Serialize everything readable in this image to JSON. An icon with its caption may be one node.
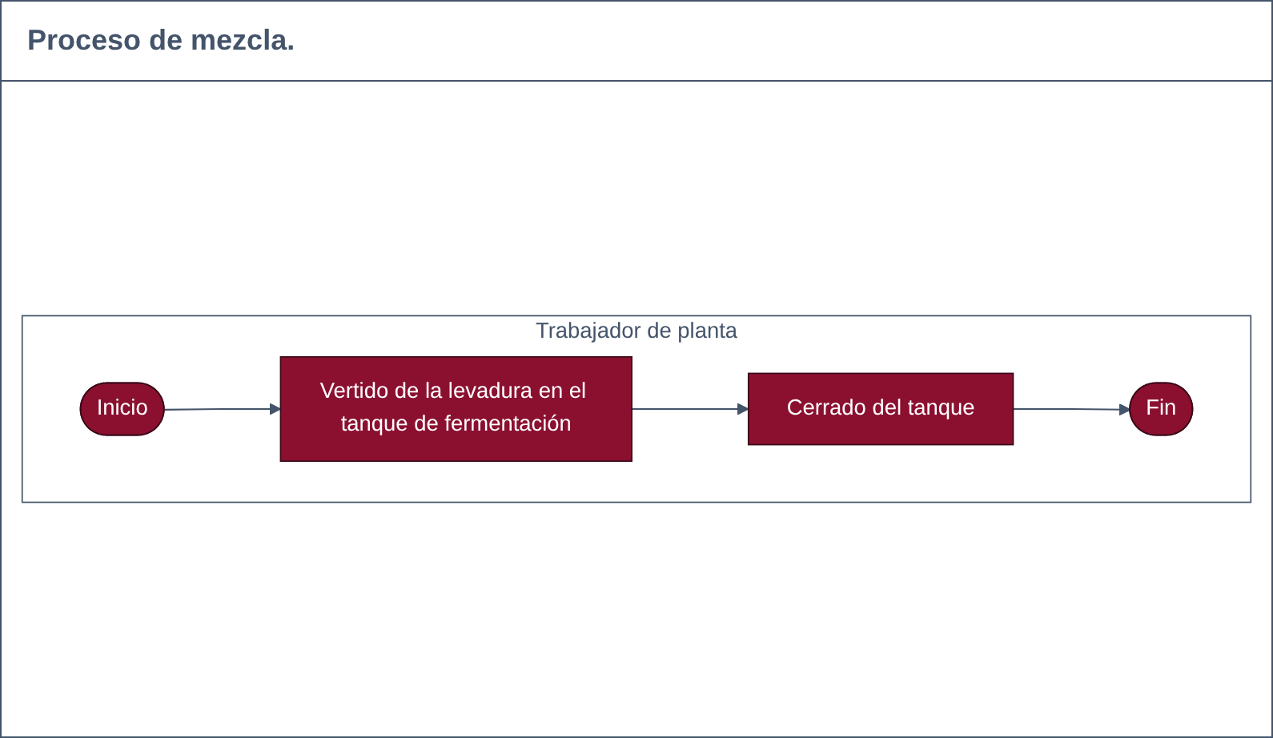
{
  "diagram": {
    "title": "Proceso de mezcla.",
    "nodes": [
      {
        "text": [
          "Trabajador de planta"
        ]
      },
      {
        "text": [
          "Inicio"
        ],
        "in": 0
      },
      {
        "text": [
          "Vertido de la levadura en el tanque de fermentación"
        ],
        "in": 0
      },
      {
        "text": [
          "Cerrado del tanque"
        ],
        "in": 0
      },
      {
        "text": [
          "Fin"
        ],
        "in": 0
      }
    ],
    "edges": [
      {
        "from": 1,
        "to": 2,
        "arrow": "to"
      },
      {
        "from": 2,
        "to": 3,
        "arrow": "to"
      },
      {
        "from": 3,
        "to": 4,
        "arrow": "to"
      }
    ]
  }
}
